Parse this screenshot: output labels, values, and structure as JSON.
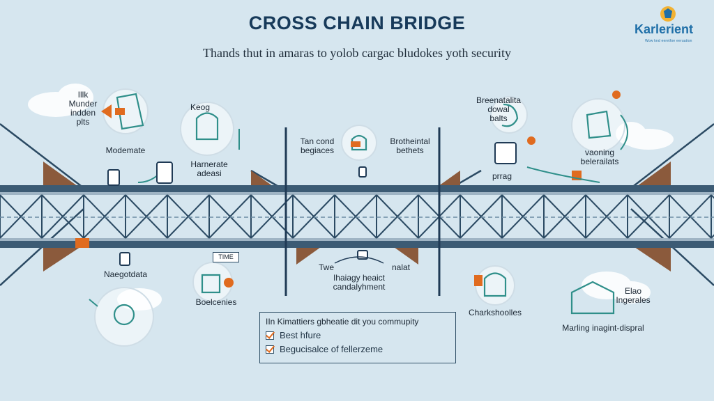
{
  "header": {
    "title": "CROSS CHAIN BRIDGE",
    "subtitle": "Thands thut in amaras to yolob cargac bludokes yoth security"
  },
  "brand": {
    "name": "Karlerient",
    "tagline": "Wow knd eeretfoe eeruation"
  },
  "labels": {
    "munder": "Illk\nMunder\nindden\nplts",
    "modemate": "Modemate",
    "keog": "Keog",
    "harnerate": "Harnerate\nadeasi",
    "tan_cond": "Tan cond\nbegiaces",
    "brotheintal": "Brotheintal\nbethets",
    "breenatalita": "Breenatalita\ndowal\nbalts",
    "pring": "prrag",
    "vaoning": "vaoning\nbelerailats",
    "naegotdata": "Naegotdata",
    "boelcenies": "Boelcenies",
    "time_left": "Twe",
    "time_right": "nalat",
    "center_bottom": "Ihaiagy heaict\ncandalyhment",
    "chark": "Charkshoolles",
    "el_ao": "Elao\nIngerales",
    "marling": "Marling inagint-dispral",
    "tag_bottom_left": "TIME"
  },
  "checklist": {
    "heading": "IIn Kimattiers gbheatie dit you commupity",
    "items": [
      "Best hfure",
      "Begucisalce of fellerzeme"
    ]
  },
  "colors": {
    "background": "#d6e6ef",
    "bridge_steel": "#2b4a63",
    "accent_orange": "#e06b1f",
    "accent_teal": "#2f8f8a",
    "title": "#173a5a"
  }
}
